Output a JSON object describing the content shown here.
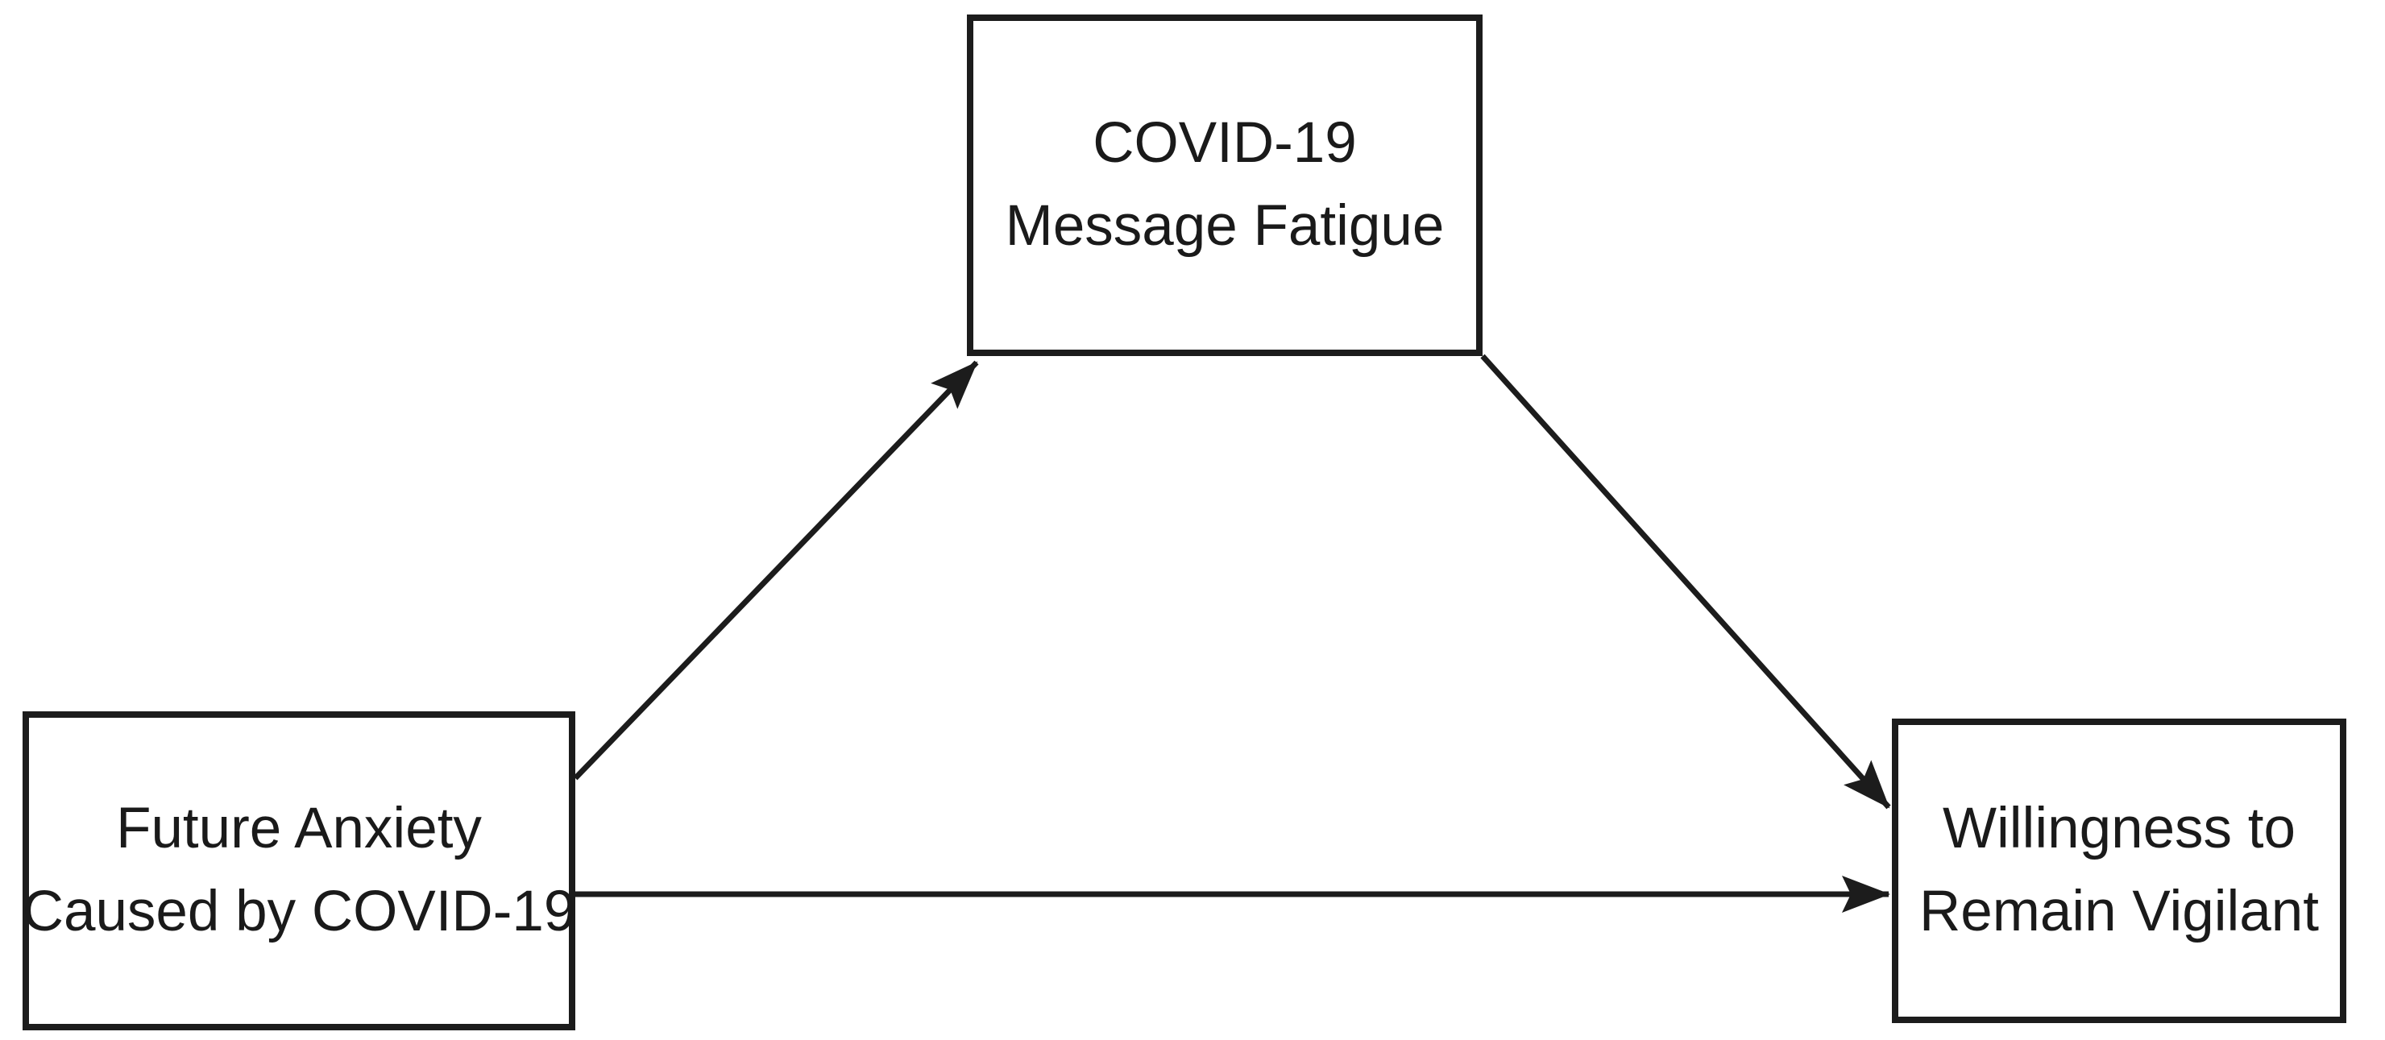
{
  "diagram": {
    "type": "mediation-model",
    "background_color": "#ffffff",
    "line_color": "#1c1c1c",
    "text_color": "#1a1a1a",
    "nodes": {
      "predictor": {
        "line1": "Future Anxiety",
        "line2": "Caused by COVID-19"
      },
      "mediator": {
        "line1": "COVID-19",
        "line2": "Message Fatigue"
      },
      "outcome": {
        "line1": "Willingness to",
        "line2": "Remain Vigilant"
      }
    },
    "edges": [
      {
        "from": "Future Anxiety Caused by COVID-19",
        "to": "COVID-19 Message Fatigue",
        "style": "arrow"
      },
      {
        "from": "COVID-19 Message Fatigue",
        "to": "Willingness to Remain Vigilant",
        "style": "arrow"
      },
      {
        "from": "Future Anxiety Caused by COVID-19",
        "to": "Willingness to Remain Vigilant",
        "style": "arrow"
      }
    ]
  }
}
